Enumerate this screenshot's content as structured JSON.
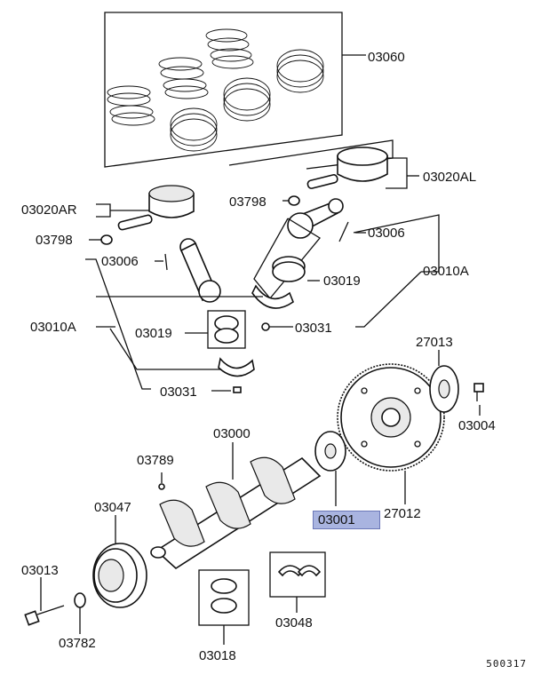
{
  "diagram": {
    "id_code": "500317",
    "highlight_color": "#a9b4e0",
    "highlighted_part": "03001",
    "labels": {
      "p03060": "03060",
      "p03020AL": "03020AL",
      "p03020AR": "03020AR",
      "p03798_right": "03798",
      "p03798_left": "03798",
      "p03006_right": "03006",
      "p03006_left": "03006",
      "p03010A_right": "03010A",
      "p03010A_left": "03010A",
      "p03019_right": "03019",
      "p03019_left": "03019",
      "p03031_right": "03031",
      "p03031_left": "03031",
      "p27013": "27013",
      "p03004": "03004",
      "p03000": "03000",
      "p03789": "03789",
      "p03001": "03001",
      "p27012": "27012",
      "p03047": "03047",
      "p03013": "03013",
      "p03782": "03782",
      "p03048": "03048",
      "p03018": "03018"
    }
  }
}
